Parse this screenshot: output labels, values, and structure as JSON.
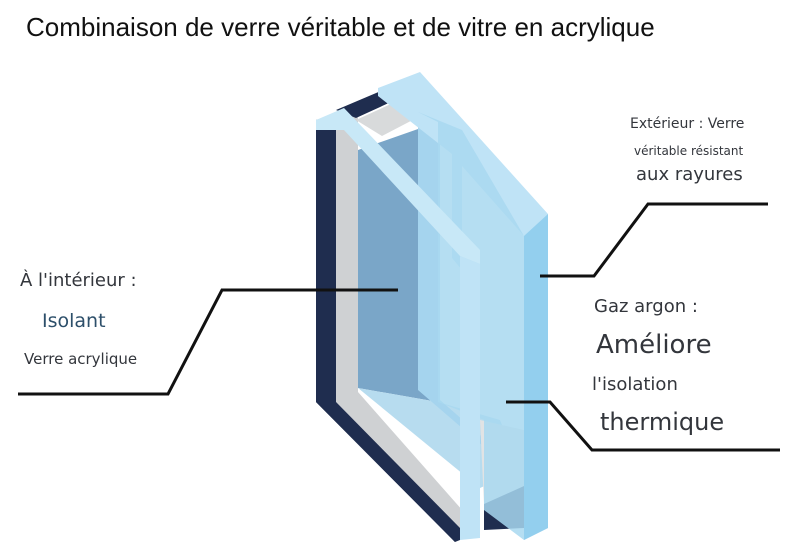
{
  "title": "Combinaison de verre véritable et de vitre en acrylique",
  "labels": {
    "interior": {
      "heading": "À l'intérieur :",
      "line1": "Isolant",
      "line2": "Verre acrylique"
    },
    "exterior": {
      "line1": "Extérieur : Verre",
      "line2": "véritable résistant",
      "line3": "aux rayures"
    },
    "gas": {
      "heading": "Gaz argon :",
      "line1": "Améliore",
      "line2": "l'isolation",
      "line3": "thermique"
    }
  },
  "colors": {
    "frame_dark": "#1f2d4f",
    "frame_grey": "#cfd1d3",
    "glass_light": "#bfe3f6",
    "glass_mid": "#93cfee",
    "glass_inner": "#7aa6c8",
    "leader_line": "#111111"
  }
}
